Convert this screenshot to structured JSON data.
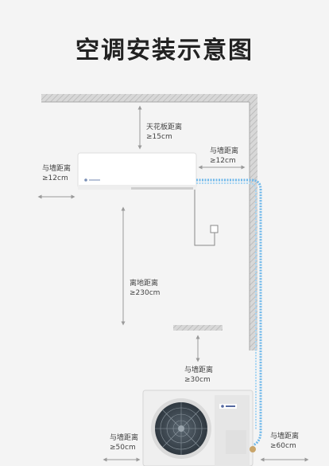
{
  "title": "空调安装示意图",
  "labels": {
    "ceiling_name": "天花板距离",
    "ceiling_value": "≥15cm",
    "indoor_right_name": "与墙距离",
    "indoor_right_value": "≥12cm",
    "indoor_left_name": "与墙距离",
    "indoor_left_value": "≥12cm",
    "floor_name": "离地距离",
    "floor_value": "≥230cm",
    "outdoor_top_name": "与墙距离",
    "outdoor_top_value": "≥30cm",
    "outdoor_left_name": "与墙距离",
    "outdoor_left_value": "≥50cm",
    "outdoor_right_name": "与墙距离",
    "outdoor_right_value": "≥60cm"
  },
  "colors": {
    "wall": "#b9b9b9",
    "pipe": "#6fb8ea",
    "arrow": "#9a9a9a"
  }
}
